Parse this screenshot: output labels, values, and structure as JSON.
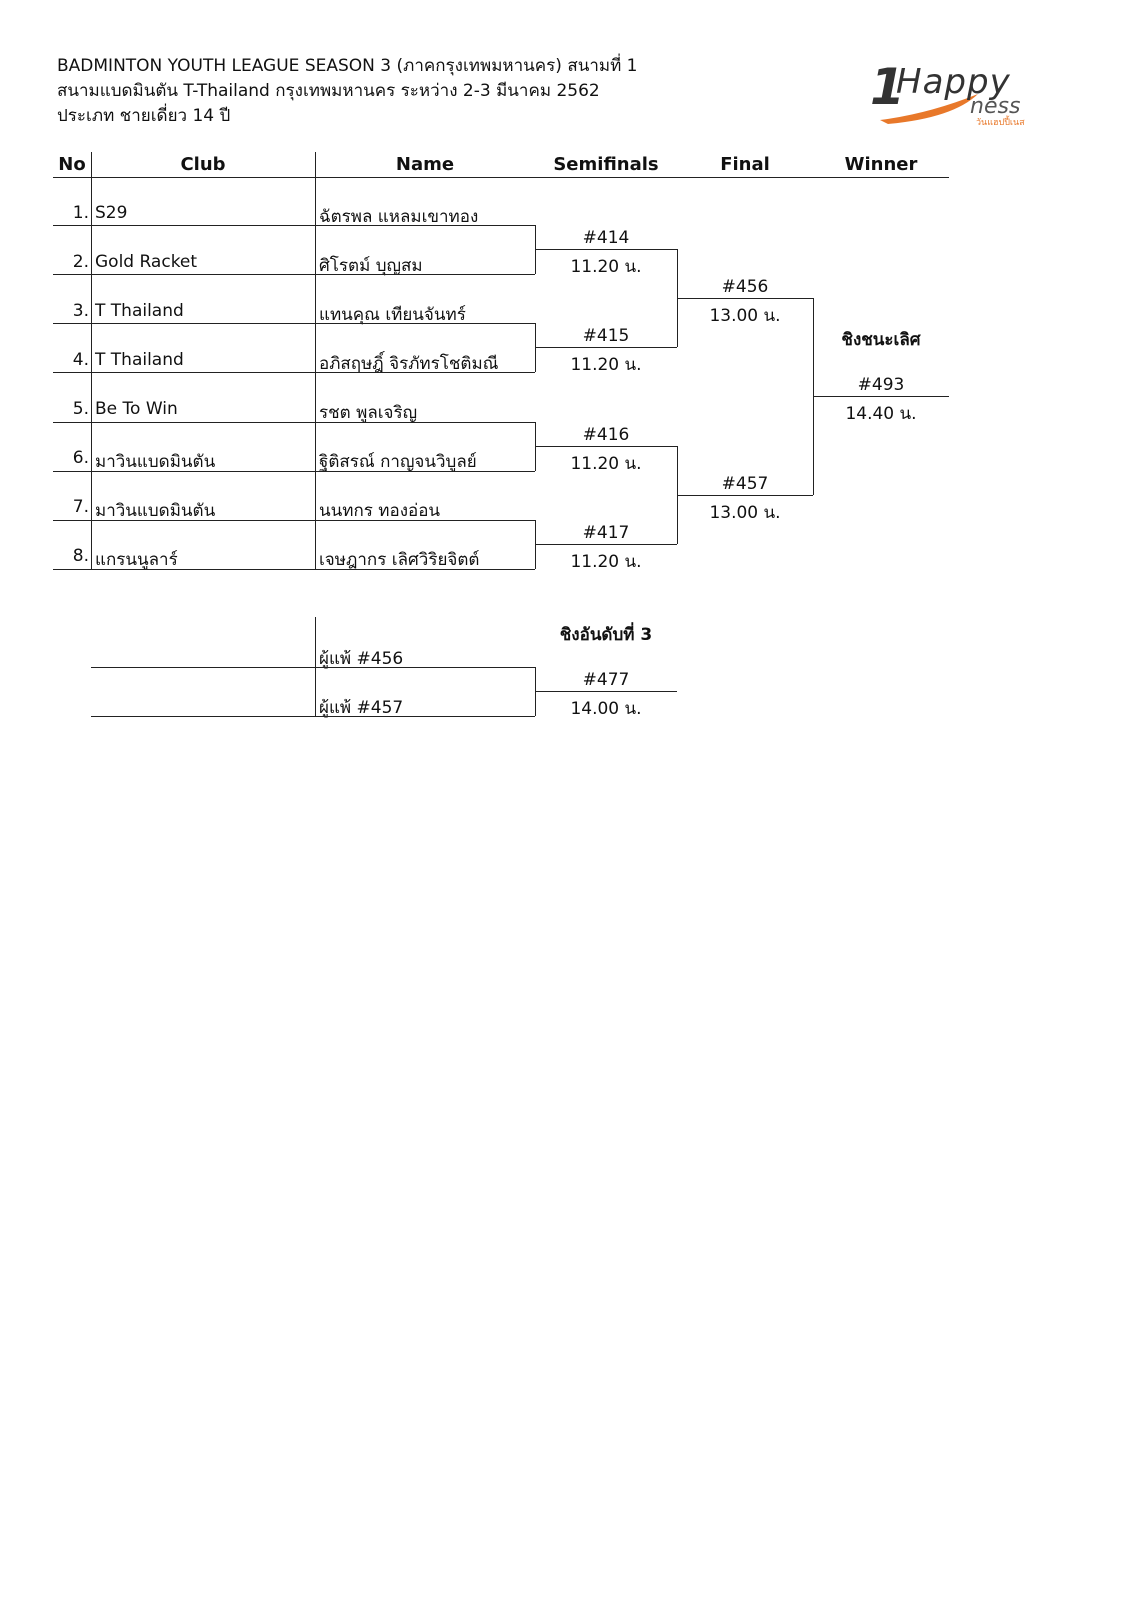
{
  "header": {
    "line1": "BADMINTON YOUTH LEAGUE SEASON 3 (ภาคกรุงเทพมหานคร) สนามที่ 1",
    "line2": "สนามแบดมินตัน T-Thailand กรุงเทพมหานคร ระหว่าง 2-3 มีนาคม 2562",
    "line3": "ประเภท ชายเดี่ยว 14 ปี"
  },
  "logo": {
    "wordmark_top": "Happy",
    "wordmark_bottom": "ness",
    "numeral": "1",
    "tagline": "วันแฮปปี้เนส",
    "accent": "#e8782a",
    "dark": "#333333"
  },
  "columns": {
    "no": "No",
    "club": "Club",
    "name": "Name",
    "semifinals": "Semifinals",
    "final": "Final",
    "winner": "Winner"
  },
  "players": [
    {
      "no": "1.",
      "club": "S29",
      "name": "ฉัตรพล แหลมเขาทอง"
    },
    {
      "no": "2.",
      "club": "Gold Racket",
      "name": "ศิโรตม์ บุญสม"
    },
    {
      "no": "3.",
      "club": "T Thailand",
      "name": "แทนคุณ เทียนจันทร์"
    },
    {
      "no": "4.",
      "club": "T Thailand",
      "name": "อภิสฤษฎิ์ จิรภัทรโชติมณี"
    },
    {
      "no": "5.",
      "club": "Be To Win",
      "name": "รชต พูลเจริญ"
    },
    {
      "no": "6.",
      "club": "มาวินแบดมินตัน",
      "name": "ฐิติสรณ์ กาญจนวิบูลย์"
    },
    {
      "no": "7.",
      "club": "มาวินแบดมินตัน",
      "name": "นนทกร ทองอ่อน"
    },
    {
      "no": "8.",
      "club": "แกรนนูลาร์",
      "name": "เจษฎากร เลิศวิริยจิตต์"
    }
  ],
  "semifinals": [
    {
      "match": "#414",
      "time": "11.20 น."
    },
    {
      "match": "#415",
      "time": "11.20 น."
    },
    {
      "match": "#416",
      "time": "11.20 น."
    },
    {
      "match": "#417",
      "time": "11.20 น."
    }
  ],
  "finals": [
    {
      "match": "#456",
      "time": "13.00 น."
    },
    {
      "match": "#457",
      "time": "13.00 น."
    }
  ],
  "championship": {
    "label": "ชิงชนะเลิศ",
    "match": "#493",
    "time": "14.40 น."
  },
  "third_place": {
    "label": "ชิงอันดับที่ 3",
    "entry1": "ผู้แพ้ #456",
    "entry2": "ผู้แพ้ #457",
    "match": "#477",
    "time": "14.00 น."
  }
}
